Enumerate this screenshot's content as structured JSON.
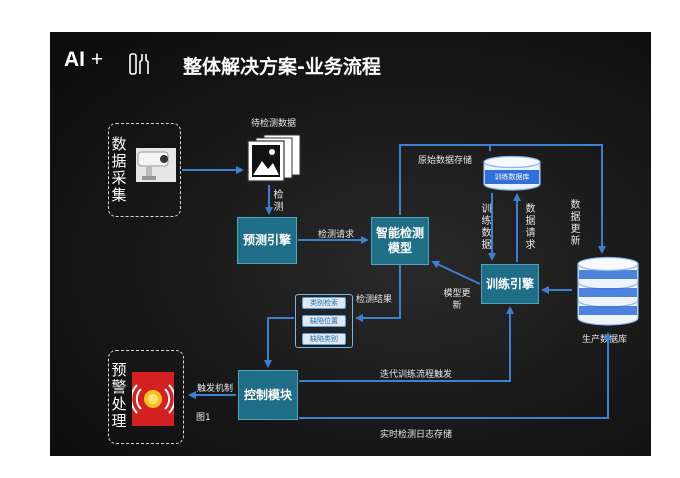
{
  "title": {
    "prefix": "AI",
    "plus": "+",
    "main": "整体解决方案-业务流程"
  },
  "groups": {
    "data_collect": "数据采集",
    "alert_handle": "预警处理"
  },
  "nodes": {
    "pre_engine": "预测引擎",
    "smart_detect": "智能检测模型",
    "train_engine": "训练引擎",
    "control": "控制模块"
  },
  "db": {
    "train_db": "训练数据库",
    "prod_db": "生产数据库"
  },
  "labels": {
    "pending_data": "待检测数据",
    "detect_vertical": "检测",
    "detect_request": "检测请求",
    "raw_storage": "原始数据存储",
    "train_data": "训练数据",
    "data_request": "数据请求",
    "data_update": "数据更新",
    "model_update": "模型更新",
    "detect_result": "检测结果",
    "trigger": "触发机制",
    "iterate": "迭代训练流程触发",
    "log_store": "实时检测日志存储",
    "figure": "图1"
  },
  "result_tags": [
    "类别检索",
    "缺陷位置",
    "缺陷类别"
  ],
  "colors": {
    "arrow": "#3d7fd0",
    "node": "#1d6e86",
    "db": "#2f6fd6",
    "alarm": "#d42020"
  }
}
